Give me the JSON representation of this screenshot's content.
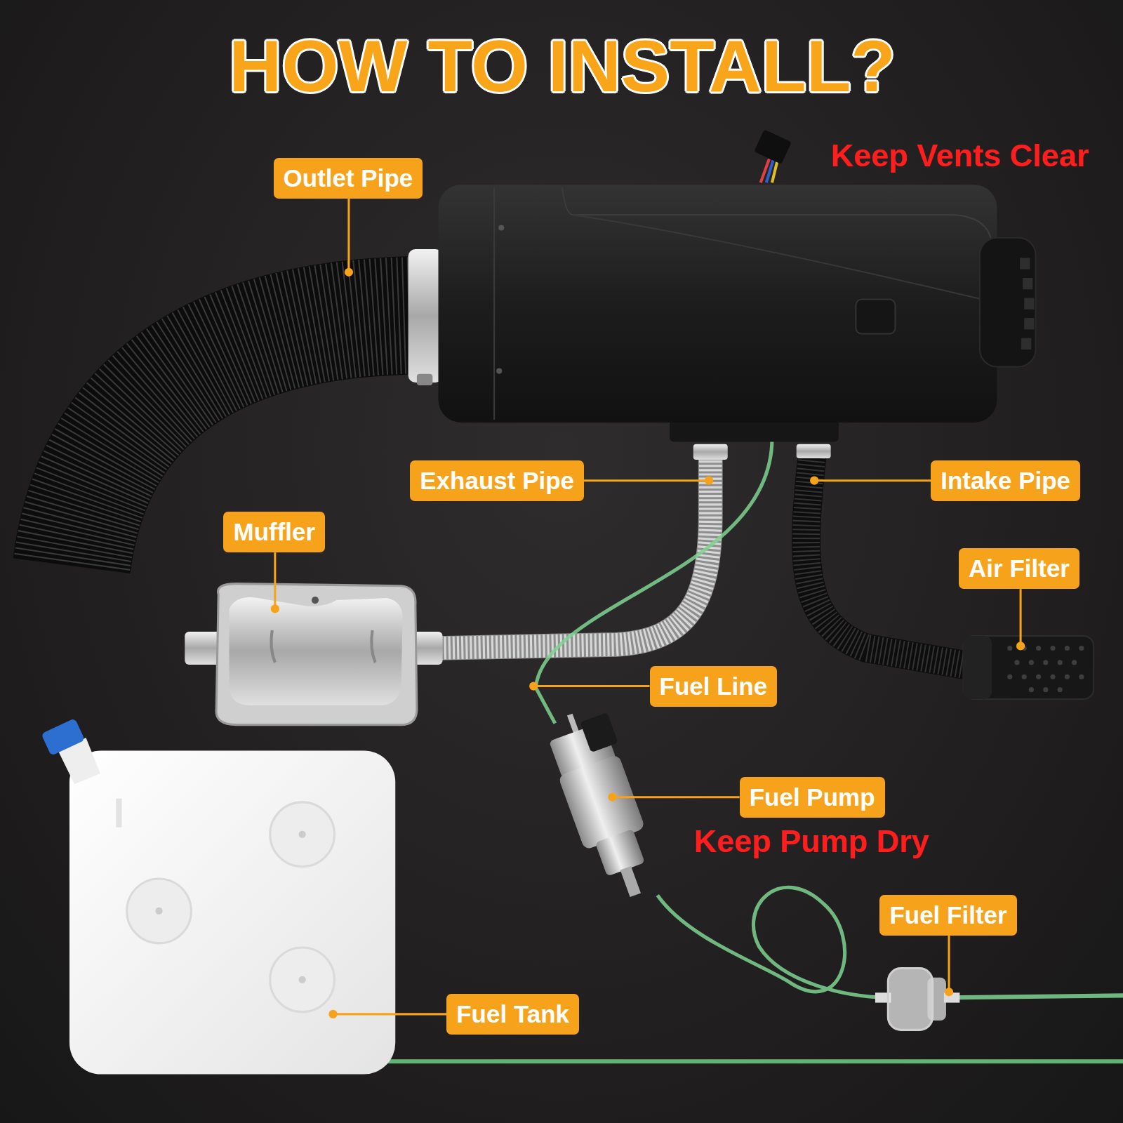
{
  "diagram": {
    "title": "HOW TO INSTALL?",
    "nodes": [
      {
        "text": [
          "Outlet Pipe"
        ]
      },
      {
        "text": [
          "Exhaust Pipe"
        ]
      },
      {
        "text": [
          "Intake Pipe"
        ]
      },
      {
        "text": [
          "Muffler"
        ]
      },
      {
        "text": [
          "Air Filter"
        ]
      },
      {
        "text": [
          "Fuel Line"
        ]
      },
      {
        "text": [
          "Fuel Pump"
        ]
      },
      {
        "text": [
          "Fuel Filter"
        ]
      },
      {
        "text": [
          "Fuel Tank"
        ]
      }
    ],
    "labels": [
      "Keep Vents Clear",
      "Keep Pump Dry"
    ]
  }
}
